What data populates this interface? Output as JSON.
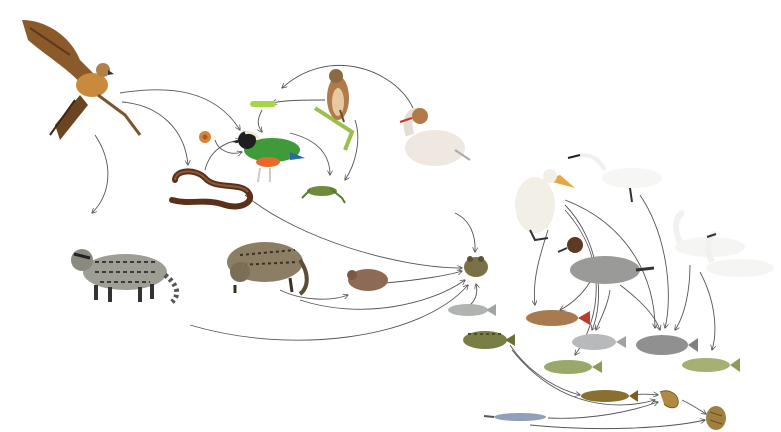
{
  "diagram": {
    "type": "food-web",
    "nodes": [
      {
        "id": "hawk",
        "icon": "hawk-icon"
      },
      {
        "id": "snake",
        "icon": "snake-icon"
      },
      {
        "id": "pitta",
        "icon": "pitta-bird-icon"
      },
      {
        "id": "caterpillar",
        "icon": "caterpillar-icon"
      },
      {
        "id": "snail-land",
        "icon": "land-snail-icon"
      },
      {
        "id": "perched-bird",
        "icon": "perched-bird-icon"
      },
      {
        "id": "merganser",
        "icon": "merganser-icon"
      },
      {
        "id": "grasshopper",
        "icon": "grasshopper-icon"
      },
      {
        "id": "civet-large",
        "icon": "civet-icon"
      },
      {
        "id": "civet-small",
        "icon": "small-civet-icon"
      },
      {
        "id": "rodent",
        "icon": "rodent-icon"
      },
      {
        "id": "frog",
        "icon": "frog-icon"
      },
      {
        "id": "pelican",
        "icon": "pelican-icon"
      },
      {
        "id": "egret",
        "icon": "egret-icon"
      },
      {
        "id": "duck",
        "icon": "pintail-duck-icon"
      },
      {
        "id": "swans",
        "icon": "swan-icon"
      },
      {
        "id": "fish-small-left",
        "icon": "fish-icon"
      },
      {
        "id": "perch",
        "icon": "perch-fish-icon"
      },
      {
        "id": "carp",
        "icon": "carp-icon"
      },
      {
        "id": "silver-fish",
        "icon": "silver-fish-icon"
      },
      {
        "id": "bream",
        "icon": "bream-icon"
      },
      {
        "id": "green-fish",
        "icon": "green-fish-icon"
      },
      {
        "id": "green-fish-right",
        "icon": "green-fish-icon"
      },
      {
        "id": "catfish",
        "icon": "catfish-icon"
      },
      {
        "id": "shrimp",
        "icon": "shrimp-icon"
      },
      {
        "id": "needlefish",
        "icon": "needlefish-icon"
      },
      {
        "id": "water-snail",
        "icon": "water-snail-icon"
      }
    ],
    "edges": [
      [
        "hawk",
        "civet-large"
      ],
      [
        "hawk",
        "snake"
      ],
      [
        "hawk",
        "pitta"
      ],
      [
        "snake",
        "pitta"
      ],
      [
        "snail-land",
        "pitta"
      ],
      [
        "caterpillar",
        "pitta"
      ],
      [
        "perched-bird",
        "caterpillar"
      ],
      [
        "merganser",
        "perched-bird"
      ],
      [
        "pitta",
        "grasshopper"
      ],
      [
        "perched-bird",
        "grasshopper"
      ],
      [
        "snake",
        "frog"
      ],
      [
        "civet-small",
        "rodent"
      ],
      [
        "civet-small",
        "frog"
      ],
      [
        "civet-large",
        "frog"
      ],
      [
        "rodent",
        "frog"
      ],
      [
        "fish-small-left",
        "frog"
      ],
      [
        "merganser",
        "frog"
      ],
      [
        "pelican",
        "carp"
      ],
      [
        "pelican",
        "silver-fish"
      ],
      [
        "pelican",
        "bream"
      ],
      [
        "pelican",
        "green-fish"
      ],
      [
        "duck",
        "carp"
      ],
      [
        "duck",
        "silver-fish"
      ],
      [
        "duck",
        "bream"
      ],
      [
        "egret",
        "bream"
      ],
      [
        "swans",
        "green-fish-right"
      ],
      [
        "swans",
        "bream"
      ],
      [
        "perch",
        "catfish"
      ],
      [
        "perch",
        "shrimp"
      ],
      [
        "needlefish",
        "shrimp"
      ],
      [
        "needlefish",
        "water-snail"
      ],
      [
        "shrimp",
        "water-snail"
      ],
      [
        "catfish",
        "shrimp"
      ]
    ]
  }
}
